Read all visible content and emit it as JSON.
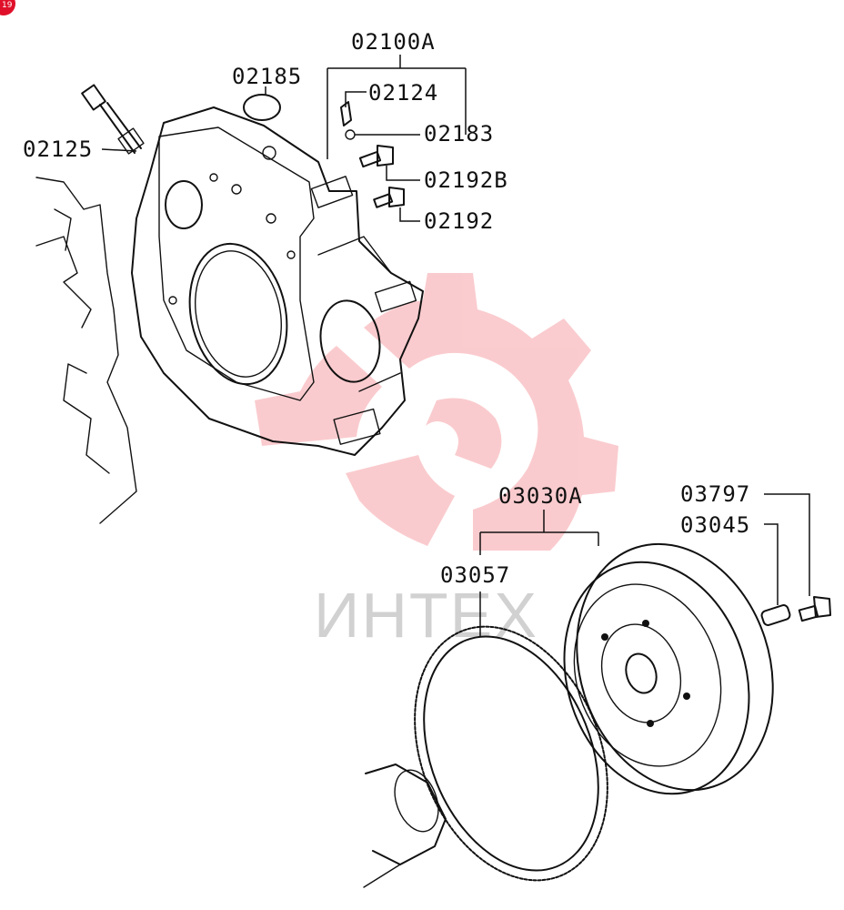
{
  "watermark": {
    "text": "ИНТЕХ",
    "color": "#f0606a"
  },
  "corner_badge": {
    "text": "19",
    "color": "#e0102a"
  },
  "labels": {
    "assy_housing": "02100A",
    "cover": "02185",
    "clip": "02124",
    "sensor": "02125",
    "nut": "02183",
    "bolt_b": "02192B",
    "bolt": "02192",
    "assy_flywheel": "03030A",
    "ring_gear": "03057",
    "bolt_fw": "03797",
    "plate": "03045"
  }
}
